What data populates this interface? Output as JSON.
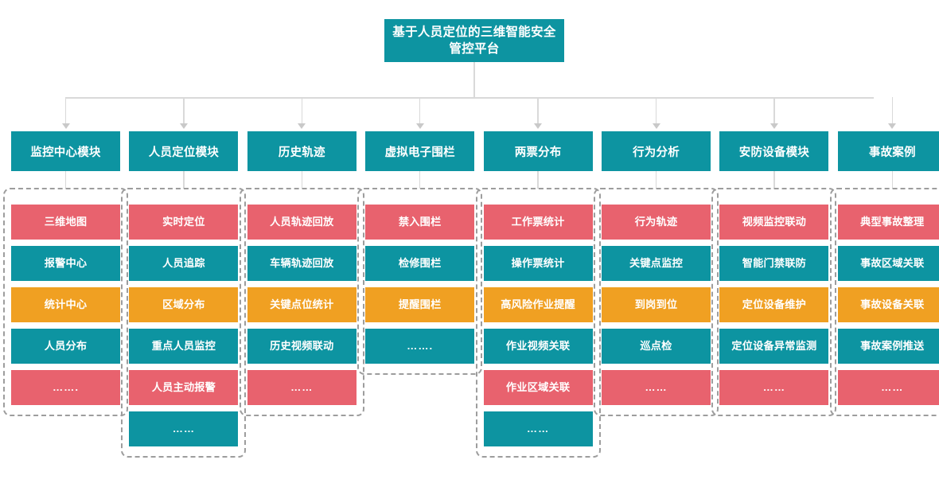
{
  "diagram": {
    "title": "基于人员定位的三维智能安全管控平台",
    "colors": {
      "header_teal": "#0d94a1",
      "item_red": "#e8626e",
      "item_teal": "#0d94a1",
      "item_amber": "#f0a022",
      "connector_gray": "#d9d9d9",
      "group_border_gray": "#9d9d9d",
      "background": "#ffffff"
    },
    "modules": [
      {
        "header": "监控中心模块",
        "items": [
          {
            "label": "三维地图",
            "color": "red"
          },
          {
            "label": "报警中心",
            "color": "teal"
          },
          {
            "label": "统计中心",
            "color": "amber"
          },
          {
            "label": "人员分布",
            "color": "teal"
          },
          {
            "label": "…….",
            "color": "red"
          }
        ]
      },
      {
        "header": "人员定位模块",
        "items": [
          {
            "label": "实时定位",
            "color": "red"
          },
          {
            "label": "人员追踪",
            "color": "teal"
          },
          {
            "label": "区域分布",
            "color": "amber"
          },
          {
            "label": "重点人员监控",
            "color": "teal"
          },
          {
            "label": "人员主动报警",
            "color": "red"
          },
          {
            "label": "……",
            "color": "teal"
          }
        ]
      },
      {
        "header": "历史轨迹",
        "items": [
          {
            "label": "人员轨迹回放",
            "color": "red"
          },
          {
            "label": "车辆轨迹回放",
            "color": "teal"
          },
          {
            "label": "关键点位统计",
            "color": "amber"
          },
          {
            "label": "历史视频联动",
            "color": "teal"
          },
          {
            "label": "……",
            "color": "red"
          }
        ]
      },
      {
        "header": "虚拟电子围栏",
        "items": [
          {
            "label": "禁入围栏",
            "color": "red"
          },
          {
            "label": "检修围栏",
            "color": "teal"
          },
          {
            "label": "提醒围栏",
            "color": "amber"
          },
          {
            "label": "…….",
            "color": "teal"
          }
        ]
      },
      {
        "header": "两票分布",
        "items": [
          {
            "label": "工作票统计",
            "color": "red"
          },
          {
            "label": "操作票统计",
            "color": "teal"
          },
          {
            "label": "高风险作业提醒",
            "color": "amber"
          },
          {
            "label": "作业视频关联",
            "color": "teal"
          },
          {
            "label": "作业区域关联",
            "color": "red"
          },
          {
            "label": "……",
            "color": "teal"
          }
        ]
      },
      {
        "header": "行为分析",
        "items": [
          {
            "label": "行为轨迹",
            "color": "red"
          },
          {
            "label": "关键点监控",
            "color": "teal"
          },
          {
            "label": "到岗到位",
            "color": "amber"
          },
          {
            "label": "巡点检",
            "color": "teal"
          },
          {
            "label": "……",
            "color": "red"
          }
        ]
      },
      {
        "header": "安防设备模块",
        "items": [
          {
            "label": "视频监控联动",
            "color": "red"
          },
          {
            "label": "智能门禁联防",
            "color": "teal"
          },
          {
            "label": "定位设备维护",
            "color": "amber"
          },
          {
            "label": "定位设备异常监测",
            "color": "teal"
          },
          {
            "label": "……",
            "color": "red"
          }
        ]
      },
      {
        "header": "事故案例",
        "items": [
          {
            "label": "典型事故整理",
            "color": "red"
          },
          {
            "label": "事故区域关联",
            "color": "teal"
          },
          {
            "label": "事故设备关联",
            "color": "amber"
          },
          {
            "label": "事故案例推送",
            "color": "teal"
          },
          {
            "label": "……",
            "color": "red"
          }
        ]
      }
    ]
  }
}
